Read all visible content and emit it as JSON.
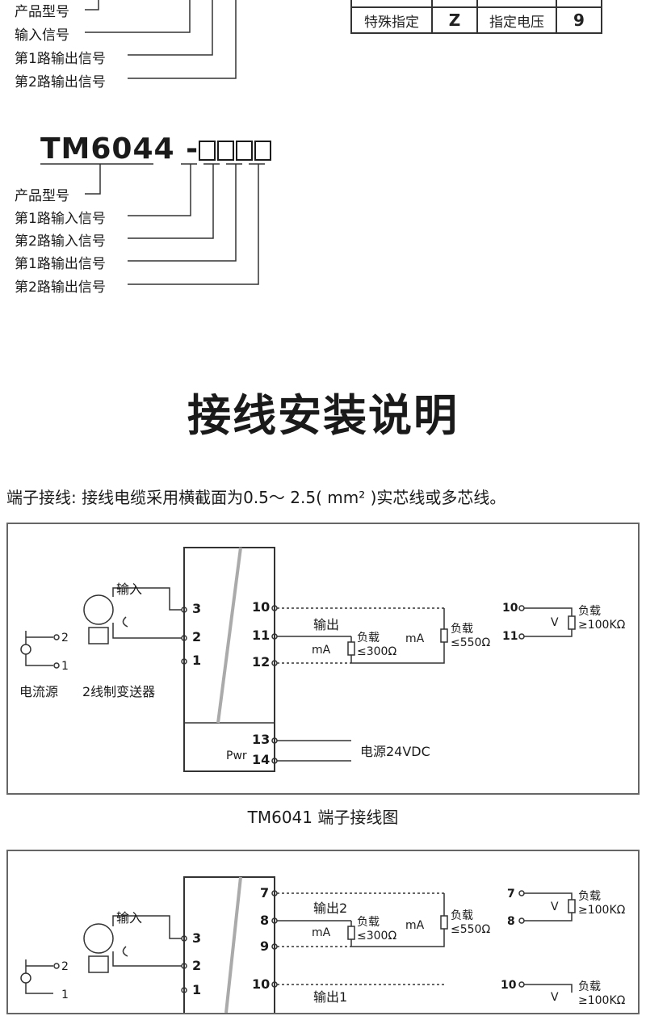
{
  "top_section": {
    "legend1": [
      "产品型号",
      "输入信号",
      "第1路输出信号",
      "第2路输出信号"
    ],
    "table_row": {
      "c1": "特殊指定",
      "c2": "Z",
      "c3": "指定电压",
      "c4": "9"
    }
  },
  "model2": {
    "name": "TM6044 -",
    "legend": [
      "产品型号",
      "第1路输入信号",
      "第2路输入信号",
      "第1路输出信号",
      "第2路输出信号"
    ]
  },
  "section_title": "接线安装说明",
  "wiring_desc": "端子接线: 接线电缆采用横截面为0.5～ 2.5( mm² )实芯线或多芯线。",
  "diagram1": {
    "caption": "TM6041 端子接线图",
    "input_label": "输入",
    "current_source": "电流源",
    "transmitter": "2线制变送器",
    "output_label": "输出",
    "power_label": "电源24VDC",
    "pwr_text": "Pwr",
    "load1": "负载",
    "load1_val": "≤300Ω",
    "load2": "负载",
    "load2_val": "≤550Ω",
    "load3": "负载",
    "load3_val": "≥100KΩ",
    "ma": "mA",
    "v": "V",
    "terminals_left": [
      "3",
      "2",
      "1"
    ],
    "terminals_right": [
      "10",
      "11",
      "12",
      "13",
      "14"
    ],
    "src_terms": [
      "2",
      "1"
    ]
  },
  "diagram2": {
    "input_label": "输入",
    "output2_label": "输出2",
    "output1_label": "输出1",
    "load1": "负载",
    "load1_val": "≤300Ω",
    "load2": "负载",
    "load2_val": "≤550Ω",
    "load3": "负载",
    "load3_val": "≥100KΩ",
    "ma": "mA",
    "v": "V",
    "terminals_left": [
      "3",
      "2",
      "1"
    ],
    "terminals_right": [
      "7",
      "8",
      "9",
      "10"
    ],
    "src_terms": [
      "2",
      "1"
    ],
    "v_terms": [
      "7",
      "8",
      "10"
    ]
  }
}
